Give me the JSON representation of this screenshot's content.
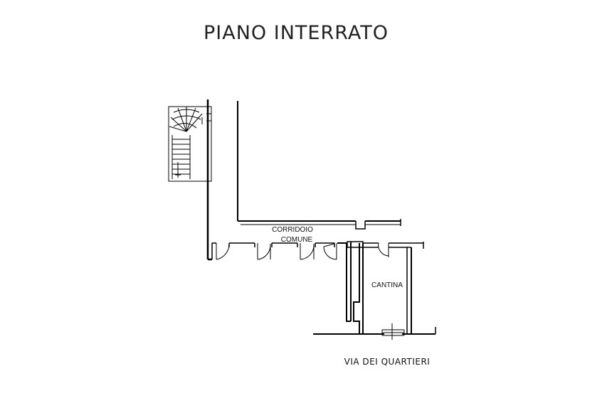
{
  "plan": {
    "title": "PIANO INTERRATO",
    "labels": {
      "corridor_line1": "CORRIDOIO",
      "corridor_line2": "COMUNE",
      "cellar": "CANTINA",
      "street": "VIA DEI QUARTIERI"
    },
    "line_color": "#000000",
    "background": "#ffffff"
  }
}
